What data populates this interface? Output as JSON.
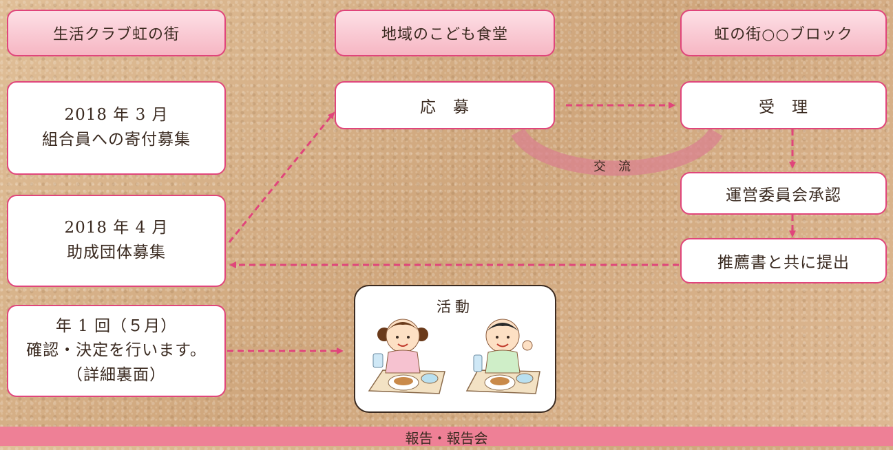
{
  "headers": {
    "col1": "生活クラブ虹の街",
    "col2": "地域のこども食堂",
    "col3": "虹の街○○ブロック"
  },
  "left_boxes": {
    "donation": {
      "line1": "2018 年 3 月",
      "line2": "組合員への寄付募集"
    },
    "grant": {
      "line1": "2018 年 4 月",
      "line2": "助成団体募集"
    },
    "decision": {
      "line1": "年 1 回（５月）",
      "line2": "確認・決定を行います。",
      "line3": "（詳細裏面）"
    }
  },
  "apply_label": "応　募",
  "receive_label": "受　理",
  "approval_label": "運営委員会承認",
  "submit_label": "推薦書と共に提出",
  "exchange_label": "交流",
  "activity": {
    "title": "活動",
    "illustration": "children-eating-illustration"
  },
  "report_bar": "報告・報告会",
  "colors": {
    "accent": "#e0457b",
    "header_fill": "#f6b6c3",
    "exchange_arc": "#d9828f",
    "report_bar": "#ee8096"
  }
}
